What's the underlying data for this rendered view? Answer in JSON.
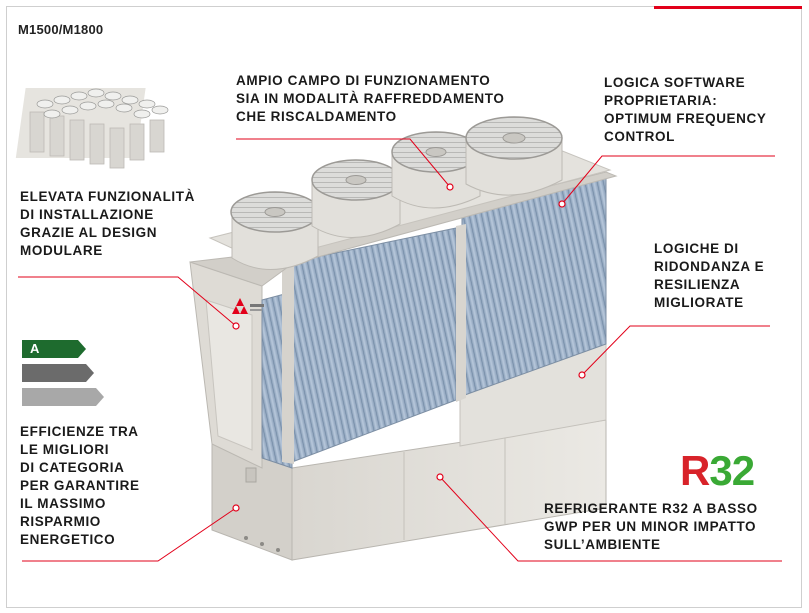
{
  "header": {
    "model": "M1500/M1800"
  },
  "callouts": {
    "modular": "ELEVATA FUNZIONALITÀ\nDI INSTALLAZIONE\nGRAZIE AL DESIGN\nMODULARE",
    "range": "AMPIO CAMPO DI FUNZIONAMENTO\nSIA IN MODALITÀ RAFFREDDAMENTO\nCHE RISCALDAMENTO",
    "software": "LOGICA SOFTWARE\nPROPRIETARIA:\nOPTIMUM FREQUENCY\nCONTROL",
    "redundancy": "LOGICHE DI\nRIDONDANZA E\nRESILIENZA\nMIGLIORATE",
    "efficiency": "EFFICIENZE TRA\nLE MIGLIORI\nDI CATEGORIA\nPER GARANTIRE\nIL MASSIMO\nRISPARMIO\nENERGETICO",
    "refrigerant": "REFRIGERANTE R32 A BASSO\nGWP PER UN MINOR IMPATTO\nSULL’AMBIENTE"
  },
  "energy_label": {
    "top_class": "A"
  },
  "r32_logo": {
    "r": "R",
    "num": "32"
  },
  "colors": {
    "accent_red": "#e2001a",
    "energy_green": "#1e6b2e",
    "energy_gray_dark": "#6b6b6b",
    "energy_gray_light": "#a8a8a8",
    "r32_red": "#d8232a",
    "r32_green": "#3aa935"
  }
}
